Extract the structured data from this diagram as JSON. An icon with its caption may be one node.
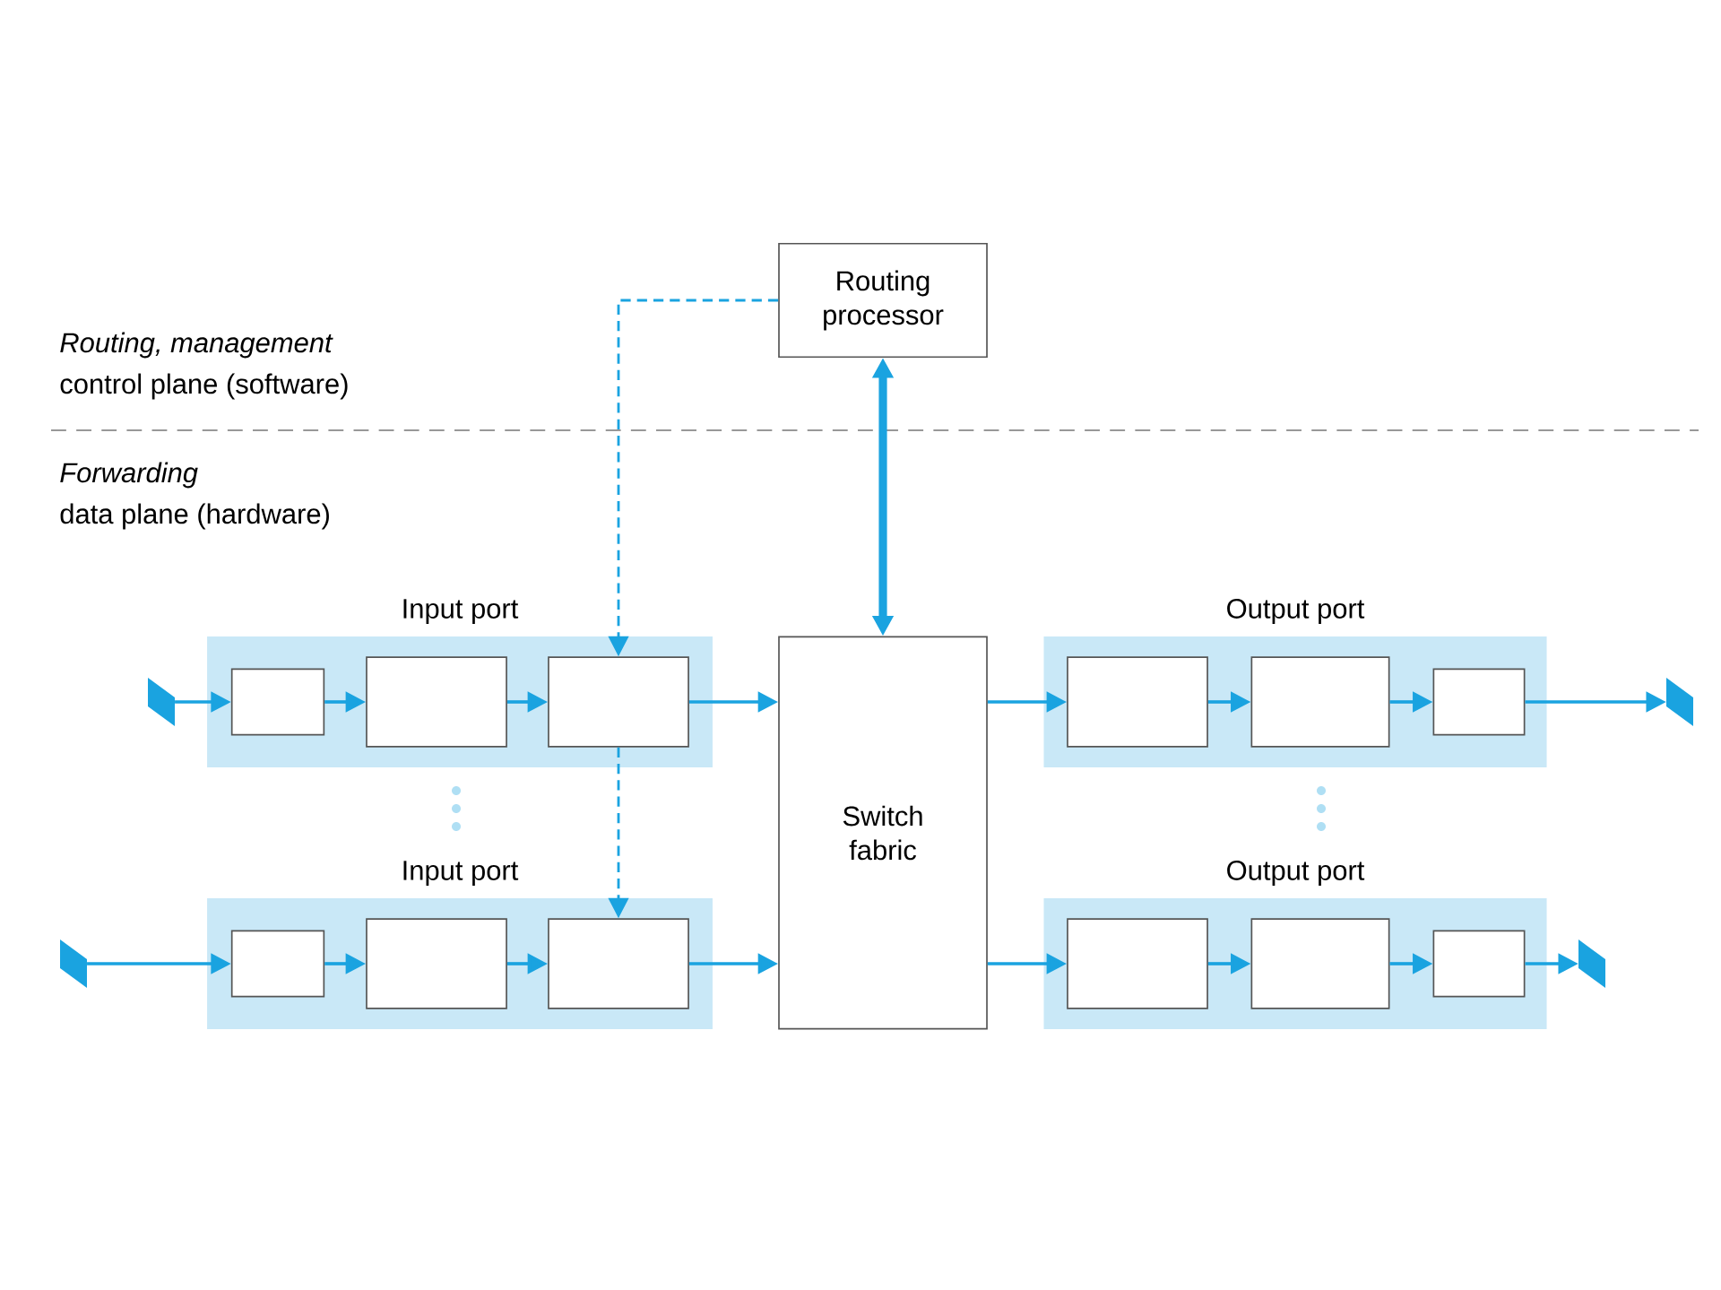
{
  "diagram": {
    "nodes": [
      {
        "text": [
          "Routing processor"
        ]
      },
      {
        "text": [
          "Input port"
        ]
      },
      {
        "text": [],
        "shape": "box",
        "in": 1
      },
      {
        "text": [],
        "shape": "box",
        "in": 1
      },
      {
        "text": [],
        "shape": "box",
        "in": 1
      },
      {
        "text": [
          "Switch fabric"
        ]
      },
      {
        "text": [
          "Output port"
        ]
      },
      {
        "text": [],
        "shape": "box",
        "in": 6
      },
      {
        "text": [],
        "shape": "box",
        "in": 6
      },
      {
        "text": [],
        "shape": "box",
        "in": 6
      },
      {
        "text": [
          "Input port"
        ]
      },
      {
        "text": [],
        "shape": "box",
        "in": 10
      },
      {
        "text": [],
        "shape": "box",
        "in": 10
      },
      {
        "text": [],
        "shape": "box",
        "in": 10
      },
      {
        "text": [
          "Output port"
        ]
      },
      {
        "text": [],
        "shape": "box",
        "in": 14
      },
      {
        "text": [],
        "shape": "box",
        "in": 14
      },
      {
        "text": [],
        "shape": "box",
        "in": 14
      },
      {
        "text": [],
        "shape": "bar"
      },
      {
        "text": [],
        "shape": "bar"
      },
      {
        "text": [],
        "shape": "bar"
      },
      {
        "text": [],
        "shape": "bar"
      }
    ],
    "edges": [
      {
        "from": 18,
        "to": 2,
        "arrow": "to"
      },
      {
        "from": 2,
        "to": 3,
        "arrow": "to"
      },
      {
        "from": 3,
        "to": 4,
        "arrow": "to"
      },
      {
        "from": 4,
        "to": 5,
        "arrow": "to"
      },
      {
        "from": 0,
        "to": 5,
        "arrow": "both",
        "style": "thick"
      },
      {
        "from": 0,
        "to": 4,
        "arrow": "to",
        "style": "dashed"
      },
      {
        "from": 4,
        "to": 13,
        "arrow": "to",
        "style": "dashed"
      },
      {
        "from": 5,
        "to": 7,
        "arrow": "to"
      },
      {
        "from": 7,
        "to": 8,
        "arrow": "to"
      },
      {
        "from": 8,
        "to": 9,
        "arrow": "to"
      },
      {
        "from": 9,
        "to": 19,
        "arrow": "to"
      },
      {
        "from": 20,
        "to": 11,
        "arrow": "to"
      },
      {
        "from": 11,
        "to": 12,
        "arrow": "to"
      },
      {
        "from": 12,
        "to": 13,
        "arrow": "to"
      },
      {
        "from": 13,
        "to": 5,
        "arrow": "to"
      },
      {
        "from": 5,
        "to": 15,
        "arrow": "to"
      },
      {
        "from": 15,
        "to": 16,
        "arrow": "to"
      },
      {
        "from": 16,
        "to": 17,
        "arrow": "to"
      },
      {
        "from": 17,
        "to": 21,
        "arrow": "to"
      }
    ],
    "labels": [
      "Routing, management",
      "control plane (software)",
      "Forwarding",
      "data plane (hardware)"
    ]
  }
}
